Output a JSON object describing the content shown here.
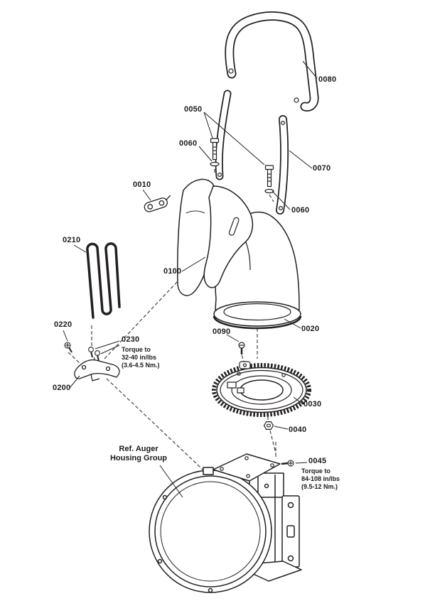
{
  "figure": {
    "type": "exploded-parts-diagram",
    "background_color": "#ffffff",
    "line_color": "#231f20"
  },
  "labels": {
    "0080": "0080",
    "0050": "0050",
    "0060": "0060",
    "0070": "0070",
    "0010": "0010",
    "0210": "0210",
    "0100": "0100",
    "0020": "0020",
    "0090": "0090",
    "0220": "0220",
    "0230": "0230",
    "0200": "0200",
    "0030": "0030",
    "0040": "0040",
    "0045": "0045"
  },
  "notes": {
    "torque_0230": [
      "Torque to",
      "32-40 in/lbs",
      "(3.6-4.5 Nm.)"
    ],
    "torque_0045": [
      "Torque to",
      "84-108 in/lbs",
      "(9.5-12 Nm.)"
    ],
    "ref_housing": [
      "Ref. Auger",
      "Housing Group"
    ]
  }
}
